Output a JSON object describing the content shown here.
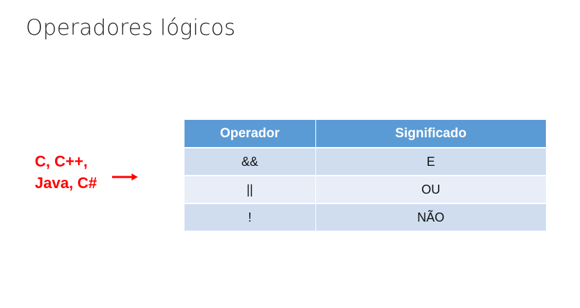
{
  "slide": {
    "title": "Operadores lógicos"
  },
  "languages": {
    "line1": "C, C++,",
    "line2": "Java, C#",
    "color": "#ff0000"
  },
  "table": {
    "headers": [
      "Operador",
      "Significado"
    ],
    "rows": [
      {
        "operator": "&&",
        "meaning": "E"
      },
      {
        "operator": "||",
        "meaning": "OU"
      },
      {
        "operator": "!",
        "meaning": "NÃO"
      }
    ],
    "header_color": "#5b9bd5",
    "row_color": "#cfddef",
    "alt_row_color": "#e8eef7"
  }
}
